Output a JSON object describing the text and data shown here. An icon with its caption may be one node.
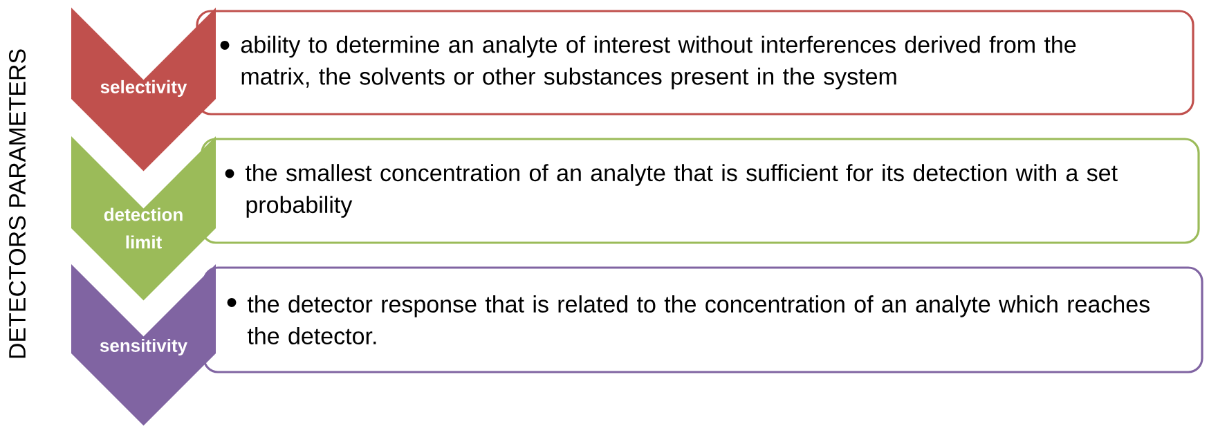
{
  "diagram": {
    "title": "DETECTORS PARAMETERS",
    "nodes": [
      {
        "text": [
          "selectivity"
        ]
      },
      {
        "text": [
          "ability to determine an analyte of interest without interferences derived from the matrix, the solvents or other substances present in the system"
        ]
      },
      {
        "text": [
          "detection limit"
        ]
      },
      {
        "text": [
          "the smallest concentration of an analyte that is sufficient for its detection with a set probability"
        ]
      },
      {
        "text": [
          "sensitivity"
        ]
      },
      {
        "text": [
          "the detector response that is related to the concentration of an analyte which reaches the detector."
        ]
      }
    ]
  }
}
